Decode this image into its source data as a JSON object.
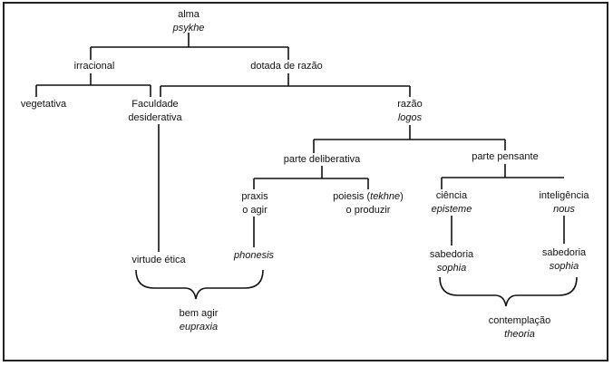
{
  "nodes": {
    "alma": {
      "line1": "alma",
      "line2": "psykhe"
    },
    "irracional": {
      "line1": "irracional"
    },
    "dotada": {
      "line1": "dotada de razão"
    },
    "vegetativa": {
      "line1": "vegetativa"
    },
    "faculdade": {
      "line1": "Faculdade",
      "line2": "desiderativa"
    },
    "razao": {
      "line1": "razão",
      "line2": "logos"
    },
    "deliberativa": {
      "line1": "parte deliberativa"
    },
    "pensante": {
      "line1": "parte pensante"
    },
    "praxis": {
      "line1": "praxis",
      "line2": "o agir"
    },
    "poiesis": {
      "line1_pre": "poiesis (",
      "line1_it": "tekhne",
      "line1_post": ")",
      "line2": "o produzir"
    },
    "ciencia": {
      "line1": "ciência",
      "line2": "episteme"
    },
    "inteligencia": {
      "line1": "inteligência",
      "line2": "nous"
    },
    "virtude": {
      "line1": "virtude ética"
    },
    "phonesis": {
      "line1": "phonesis"
    },
    "sabedoria1": {
      "line1": "sabedoria",
      "line2": "sophia"
    },
    "sabedoria2": {
      "line1": "sabedoria",
      "line2": "sophia"
    },
    "bem_agir": {
      "line1": "bem agir",
      "line2": "eupraxia"
    },
    "contemplacao": {
      "line1": "contemplação",
      "line2": "theoria"
    }
  }
}
